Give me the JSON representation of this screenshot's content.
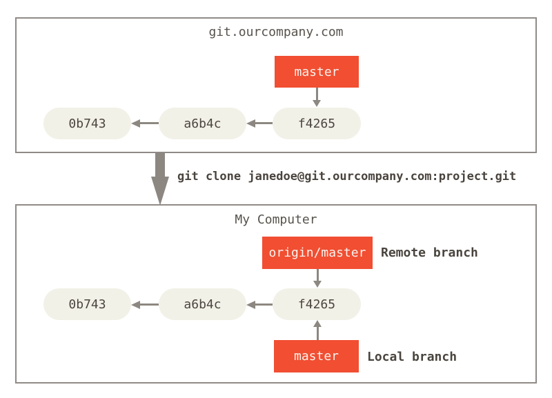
{
  "colors": {
    "background": "#ffffff",
    "panel_border": "#8f8a86",
    "commit_fill": "#f2f1e8",
    "branch_red": "#f14e32",
    "arrow_gray": "#8c8781",
    "commit_text": "#4a453f",
    "title_text": "#57524c",
    "branch_text": "#f8f3ed",
    "note_text": "#49443d"
  },
  "server": {
    "title": "git.ourcompany.com",
    "branch_label": "master",
    "commits": [
      "0b743",
      "a6b4c",
      "f4265"
    ]
  },
  "clone": {
    "command": "git clone janedoe@git.ourcompany.com:project.git"
  },
  "computer": {
    "title": "My Computer",
    "remote_branch_label": "origin/master",
    "remote_branch_note": "Remote branch",
    "commits": [
      "0b743",
      "a6b4c",
      "f4265"
    ],
    "local_branch_label": "master",
    "local_branch_note": "Local branch"
  }
}
